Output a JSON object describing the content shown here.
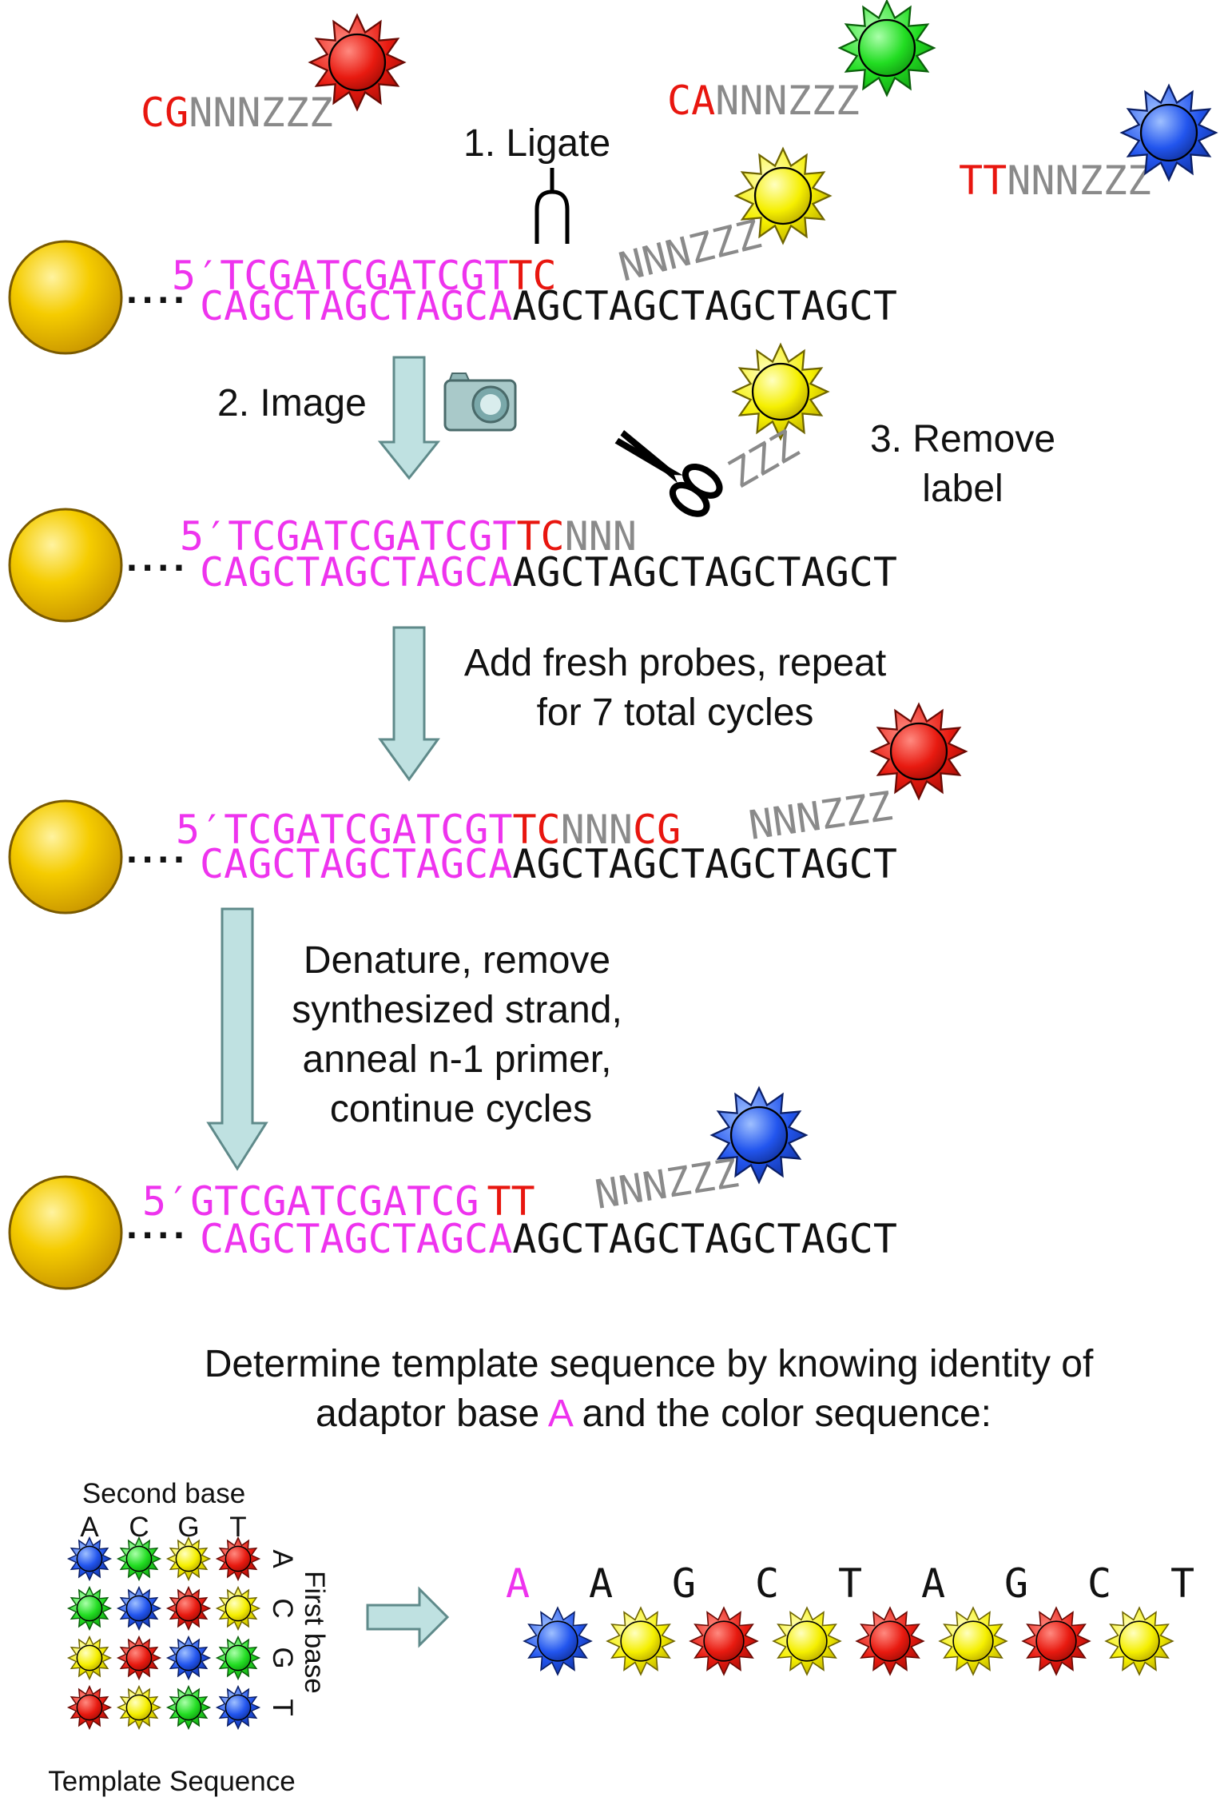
{
  "colors": {
    "magenta": "#ee33ee",
    "red": "#e8160f",
    "gray": "#8a8a8a",
    "black": "#111111",
    "bead": "#f2c200",
    "arrow": "#bfe1e1",
    "dye_red": "#e81a10",
    "dye_green": "#22dd22",
    "dye_blue": "#2255ee",
    "dye_yellow": "#f5ef00"
  },
  "probes": {
    "p1": {
      "base": "CG",
      "tail": "NNNZZZ",
      "dye": "red"
    },
    "p2": {
      "base": "CA",
      "tail": "NNNZZZ",
      "dye": "green"
    },
    "p3": {
      "base": "TT",
      "tail": "NNNZZZ",
      "dye": "blue"
    }
  },
  "steps": {
    "ligate": "1. Ligate",
    "image": "2. Image",
    "remove_1": "3. Remove",
    "remove_2": "label",
    "repeat_1": "Add fresh probes, repeat",
    "repeat_2": "for 7 total cycles",
    "denature_1": "Denature, remove",
    "denature_2": "synthesized strand,",
    "denature_3": "anneal n-1 primer,",
    "denature_4": "continue cycles"
  },
  "rows": {
    "row1": {
      "primer": "5′TCGATCGATCGT",
      "ligated": "TC",
      "tail": "NNNZZZ",
      "adaptor": "CAGCTAGCTAGCA",
      "template": "AGCTAGCTAGCTAGCT"
    },
    "row2": {
      "primer": "5′TCGATCGATCGT",
      "ligated": "TC",
      "tail": "NNN",
      "cleaved": "ZZZ",
      "adaptor": "CAGCTAGCTAGCA",
      "template": "AGCTAGCTAGCTAGCT"
    },
    "row3": {
      "primer": "5′TCGATCGATCGT",
      "ligated": "TC",
      "mid": "NNN",
      "ligated2": "CG",
      "tail": "NNNZZZ",
      "adaptor": "CAGCTAGCTAGCA",
      "template": "AGCTAGCTAGCTAGCT"
    },
    "row4": {
      "primer": "5′GTCGATCGATCG",
      "ligated": "TT",
      "tail": "NNNZZZ",
      "adaptor": "CAGCTAGCTAGCA",
      "template": "AGCTAGCTAGCTAGCT"
    }
  },
  "bottom": {
    "line1": "Determine template sequence by knowing identity of",
    "line2_a": "adaptor base ",
    "line2_b": "A",
    "line2_c": " and the color sequence:"
  },
  "matrix": {
    "title": "Second base",
    "cols": [
      "A",
      "C",
      "G",
      "T"
    ],
    "rows": [
      "A",
      "C",
      "G",
      "T"
    ],
    "side_title": "First base",
    "caption": "Template Sequence",
    "colors": [
      [
        "blue",
        "green",
        "yellow",
        "red"
      ],
      [
        "green",
        "blue",
        "red",
        "yellow"
      ],
      [
        "yellow",
        "red",
        "blue",
        "green"
      ],
      [
        "red",
        "yellow",
        "green",
        "blue"
      ]
    ]
  },
  "decoded": {
    "adaptor": "A",
    "bases": [
      "A",
      "G",
      "C",
      "T",
      "A",
      "G",
      "C",
      "T"
    ],
    "colors": [
      "blue",
      "yellow",
      "red",
      "yellow",
      "red",
      "yellow",
      "red",
      "yellow"
    ]
  }
}
